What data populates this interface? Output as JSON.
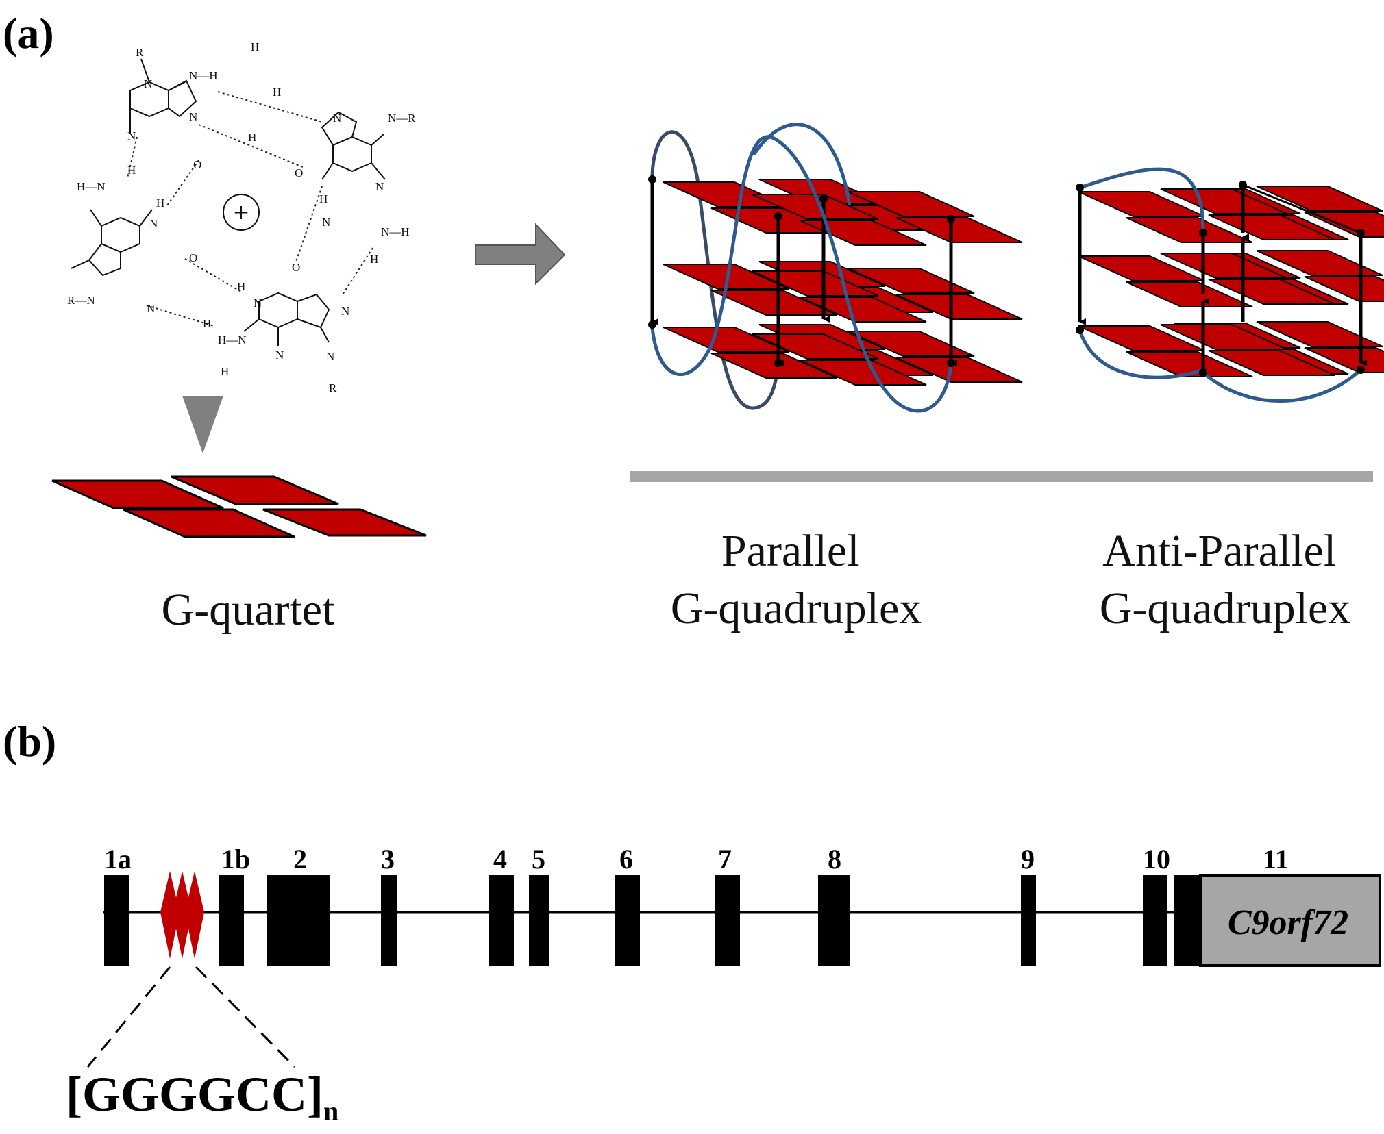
{
  "panel_a": {
    "label": "(a)",
    "chem": {
      "atoms": {
        "N": "N",
        "H": "H",
        "O": "O",
        "R": "R",
        "NH": "N—H",
        "HN": "H—N",
        "RN": "R—N",
        "NR": "N—R"
      },
      "cation": "+"
    },
    "quartet_caption": "G-quartet",
    "parallel_caption": [
      "Parallel",
      "G-quadruplex"
    ],
    "antiparallel_caption": [
      "Anti-Parallel",
      "G-quadruplex"
    ]
  },
  "panel_b": {
    "label": "(b)",
    "exons": [
      "1a",
      "1b",
      "2",
      "3",
      "4",
      "5",
      "6",
      "7",
      "8",
      "9",
      "10",
      "11"
    ],
    "gene_name": "C9orf72",
    "repeat_sequence": "[GGGGCC]",
    "repeat_subscript": "n"
  },
  "colors": {
    "plate_red": "#c00000",
    "strand_blue": "#2e5a8e",
    "arrow_gray": "#808080",
    "exon_black": "#000000",
    "utr_gray": "#a6a6a6"
  }
}
